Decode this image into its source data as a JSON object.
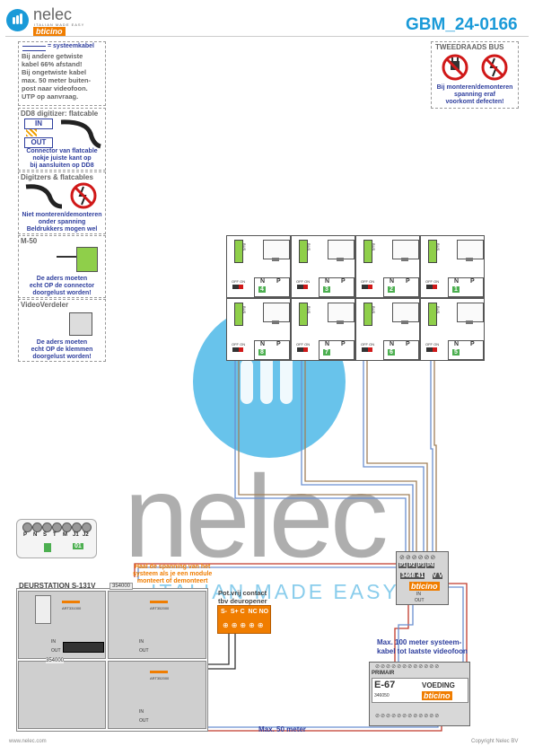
{
  "header": {
    "brand_name": "nelec",
    "brand_tagline": "ITALIAN MADE EASY",
    "brand_logo": "bticino",
    "doc_code": "GBM_24-0166"
  },
  "notes": {
    "cable": {
      "title": "= systeemkabel",
      "lines": [
        "Bij andere getwiste",
        "kabel 66% afstand!",
        "Bij ongetwiste kabel",
        "max. 50 meter buiten-",
        "post naar videofoon.",
        "UTP op aanvraag."
      ]
    },
    "dd8": {
      "title": "DD8 digitizer: flatcable",
      "in_label": "IN",
      "out_label": "OUT",
      "lines": [
        "Connector van flatcable",
        "nokje juiste kant op",
        "bij aansluiten op DD8"
      ]
    },
    "digitizers": {
      "title": "Digitzers & flatcables",
      "lines": [
        "Niet monteren/demonteren",
        "onder spanning",
        "Beldrukkers mogen wel"
      ]
    },
    "m50": {
      "title": "M-50",
      "lines": [
        "De aders moeten",
        "echt OP de connector",
        "doorgelust worden!"
      ]
    },
    "videoverdeler": {
      "title": "VideoVerdeler",
      "lines": [
        "De aders moeten",
        "echt OP de klemmen",
        "doorgelust worden!"
      ]
    },
    "two_wire": {
      "title": "TWEEDRAADS BUS",
      "lines": [
        "Bij monteren/demonteren",
        "spanning eraf",
        "voorkomt defecten!"
      ]
    }
  },
  "monitors": {
    "bus_label": "BUS",
    "off_on": "OFF ON",
    "n_label": "N",
    "p_label": "P",
    "items": [
      {
        "id": "4"
      },
      {
        "id": "3"
      },
      {
        "id": "2"
      },
      {
        "id": "1"
      },
      {
        "id": "8"
      },
      {
        "id": "7"
      },
      {
        "id": "6"
      },
      {
        "id": "5"
      }
    ]
  },
  "terminal_strip": {
    "labels": [
      "P",
      "N",
      "S",
      "T",
      "M",
      "J1",
      "J2"
    ],
    "value": "01"
  },
  "door_station": {
    "title": "DEURSTATION S-131V",
    "module_main": "ART331000",
    "module_label": "ART352000",
    "in_label": "IN",
    "out_label": "OUT",
    "digitizer_label": "354000",
    "warning_lines": [
      "Haal de spanning van het",
      "systeem als je een module",
      "monteert of demonteert"
    ]
  },
  "relay": {
    "title_lines": [
      "Pot.vrij contact",
      "tbv deuropener"
    ],
    "terminals": "S-  S+ C  NC NO"
  },
  "distributor": {
    "ports": [
      "P1",
      "P2",
      "P3",
      "P4"
    ],
    "code": "3468 41",
    "vv": "V V",
    "brand": "bticino",
    "in_label": "IN",
    "out_label": "OUT"
  },
  "power": {
    "max_note": [
      "Max. 100 meter systeem-",
      "kabel tot laatste videofoon"
    ],
    "primair": "PRIMAIR",
    "model": "E-67",
    "name": "VOEDING",
    "code": "346050",
    "brand": "bticino"
  },
  "distance_note": "Max. 50 meter",
  "footer": {
    "left": "www.nelec.com",
    "right": "Copyright Nelec BV"
  },
  "watermark": {
    "word": "nelec",
    "tagline": "ITALIAN MADE EASY"
  },
  "colors": {
    "accent_blue": "#2f3f9e",
    "title_cyan": "#1a9ad8",
    "warning_orange": "#f07d00",
    "warning_red": "#d01818",
    "wire_red": "#c0392b"
  }
}
